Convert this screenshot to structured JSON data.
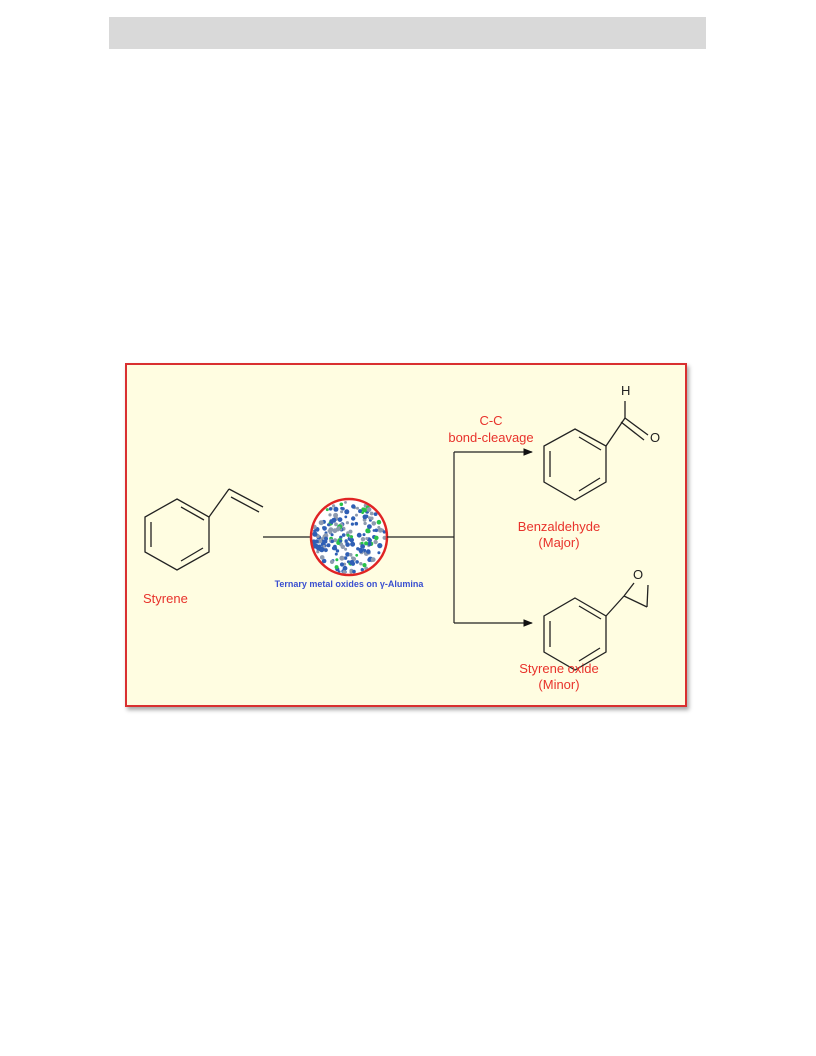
{
  "diagram": {
    "reactant": {
      "name": "Styrene"
    },
    "catalyst": {
      "label": "Ternary metal oxides on γ-Alumina"
    },
    "pathway_upper": {
      "line1": "C-C",
      "line2": "bond-cleavage"
    },
    "product_major": {
      "name": "Benzaldehyde",
      "note": "(Major)",
      "atom_h": "H",
      "atom_o": "O"
    },
    "product_minor": {
      "name": "Styrene oxide",
      "note": "(Minor)",
      "atom_o": "O"
    },
    "colors": {
      "frame": "#d93030",
      "background": "#fffde1",
      "label_red": "#e8322b",
      "catalyst_text": "#3a4fd0",
      "particle_blue": "#2f5fb5",
      "particle_green": "#28c24a",
      "particle_gray": "#8e9bb0"
    }
  }
}
